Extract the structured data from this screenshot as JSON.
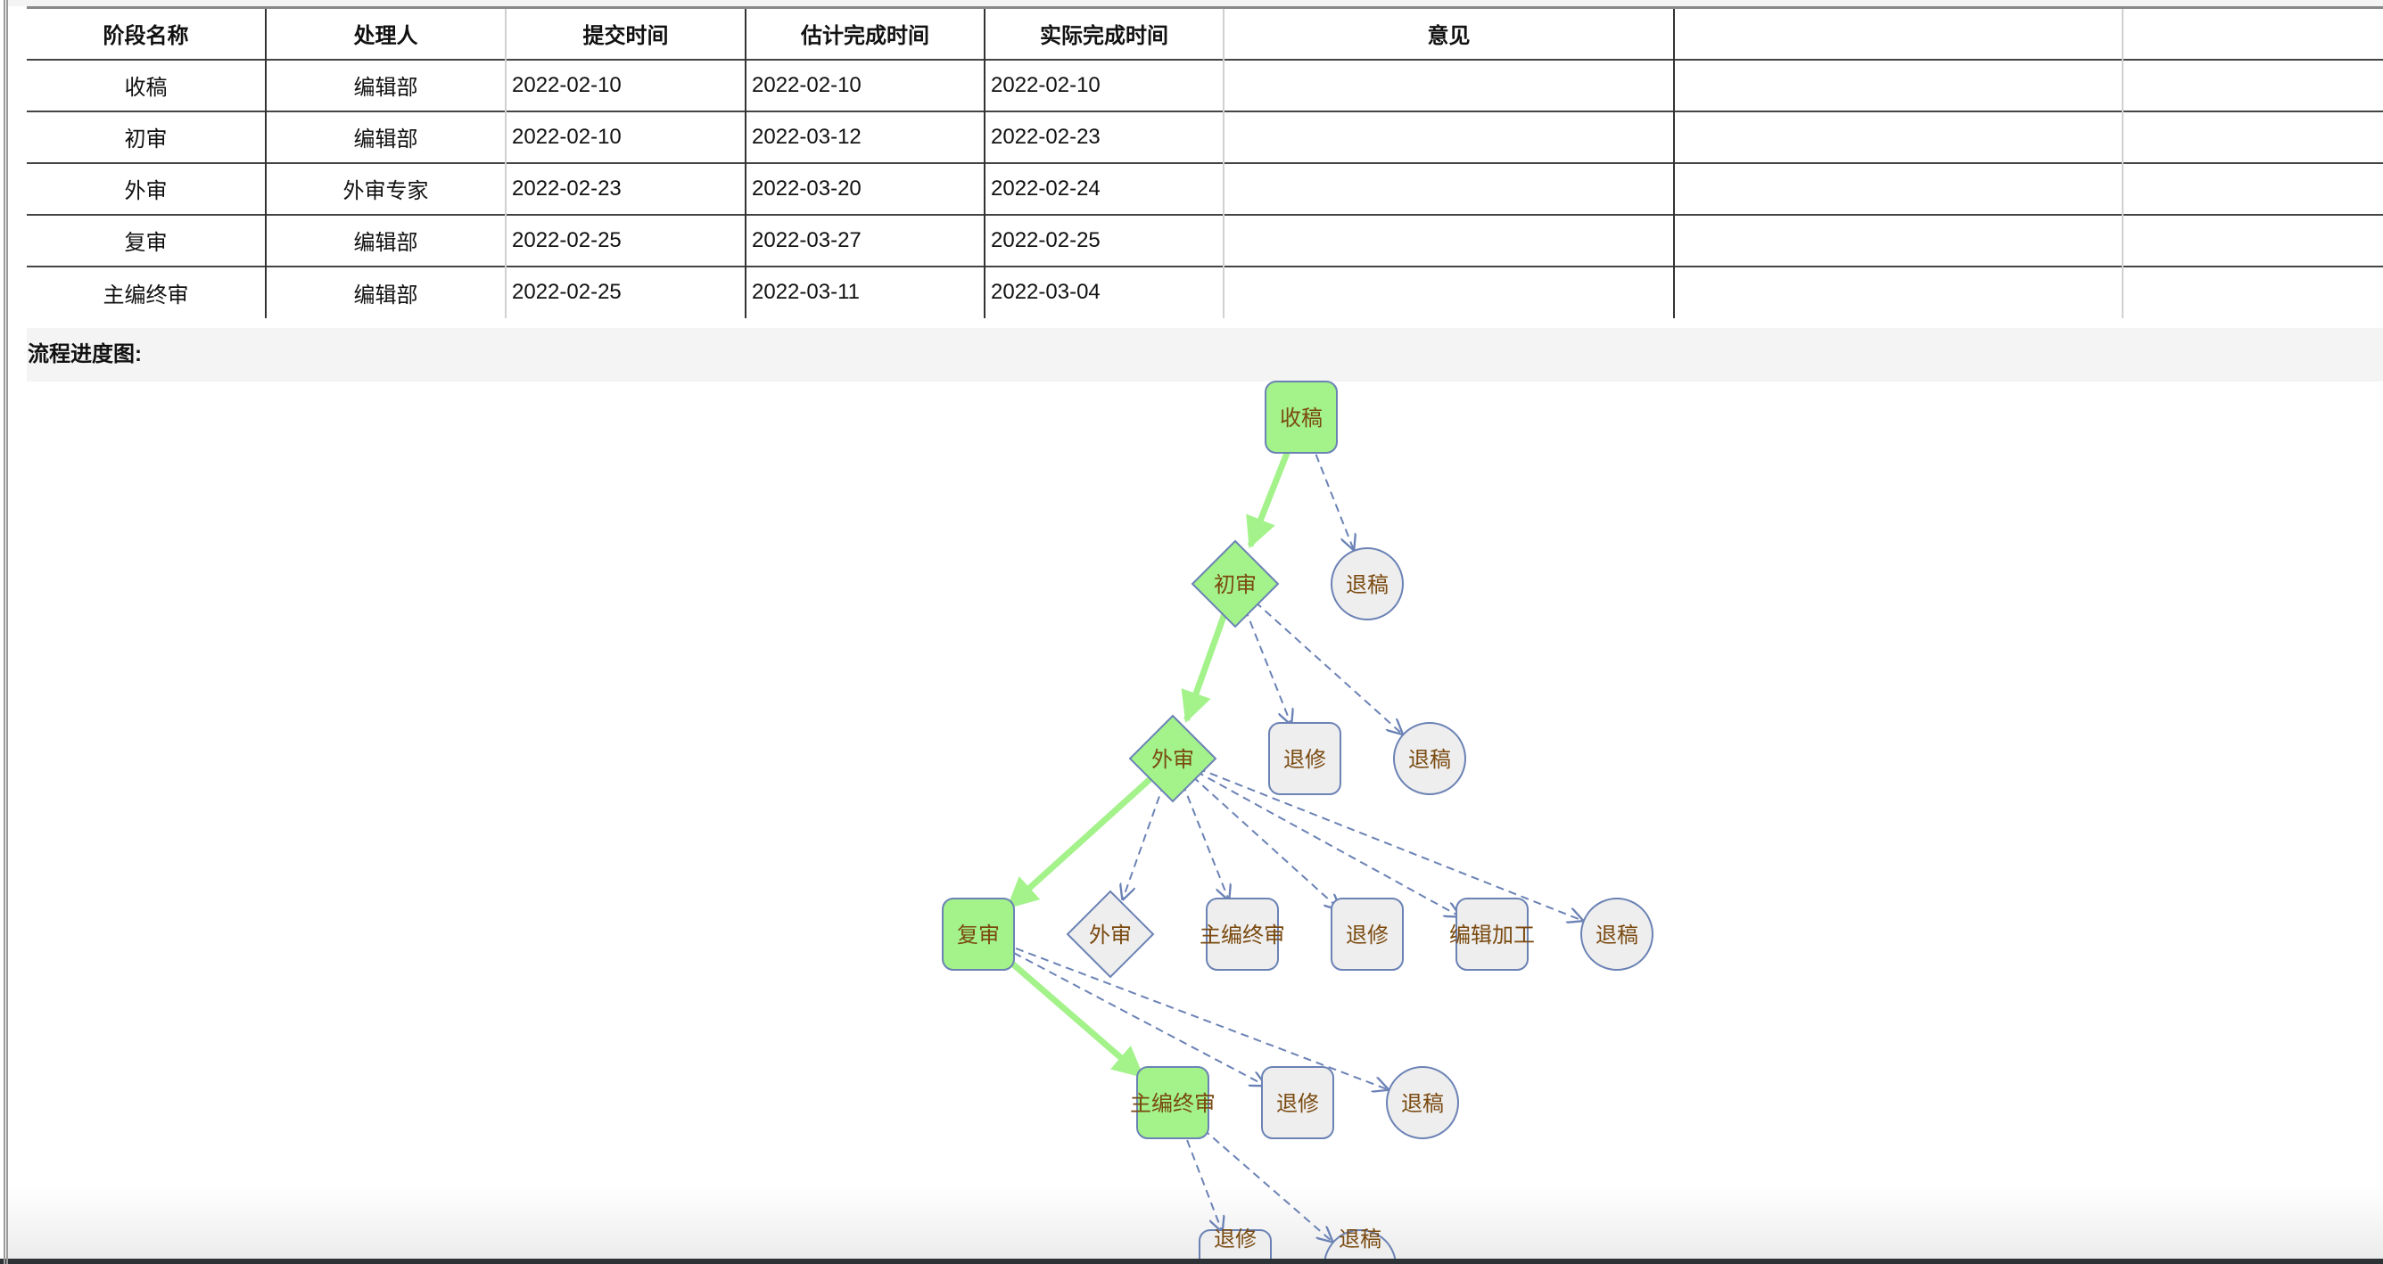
{
  "table": {
    "headers": [
      "阶段名称",
      "处理人",
      "提交时间",
      "估计完成时间",
      "实际完成时间",
      "意见",
      "",
      ""
    ],
    "rows": [
      {
        "stage": "收稿",
        "handler": "编辑部",
        "submitted": "2022-02-10",
        "estimated": "2022-02-10",
        "actual": "2022-02-10",
        "comment": ""
      },
      {
        "stage": "初审",
        "handler": "编辑部",
        "submitted": "2022-02-10",
        "estimated": "2022-03-12",
        "actual": "2022-02-23",
        "comment": ""
      },
      {
        "stage": "外审",
        "handler": "外审专家",
        "submitted": "2022-02-23",
        "estimated": "2022-03-20",
        "actual": "2022-02-24",
        "comment": ""
      },
      {
        "stage": "复审",
        "handler": "编辑部",
        "submitted": "2022-02-25",
        "estimated": "2022-03-27",
        "actual": "2022-02-25",
        "comment": ""
      },
      {
        "stage": "主编终审",
        "handler": "编辑部",
        "submitted": "2022-02-25",
        "estimated": "2022-03-11",
        "actual": "2022-03-04",
        "comment": ""
      }
    ]
  },
  "section": {
    "title": "流程进度图:"
  },
  "flow": {
    "colors": {
      "done_fill": "#a3f28a",
      "pending_fill": "#eeeeee",
      "node_stroke": "#6b82b5",
      "label": "#7a4a10",
      "done_edge": "#a3f28a",
      "option_edge": "#6b82b5"
    },
    "nodes": [
      {
        "id": "n1",
        "label": "收稿",
        "shape": "rect",
        "done": true
      },
      {
        "id": "n2",
        "label": "初审",
        "shape": "diamond",
        "done": true
      },
      {
        "id": "n3",
        "label": "退稿",
        "shape": "circle",
        "done": false
      },
      {
        "id": "n4",
        "label": "外审",
        "shape": "diamond",
        "done": true
      },
      {
        "id": "n5",
        "label": "退修",
        "shape": "rect",
        "done": false
      },
      {
        "id": "n6",
        "label": "退稿",
        "shape": "circle",
        "done": false
      },
      {
        "id": "n7",
        "label": "复审",
        "shape": "rect",
        "done": true
      },
      {
        "id": "n8",
        "label": "外审",
        "shape": "diamond",
        "done": false
      },
      {
        "id": "n9",
        "label": "主编终审",
        "shape": "rect",
        "done": false
      },
      {
        "id": "n10",
        "label": "退修",
        "shape": "rect",
        "done": false
      },
      {
        "id": "n11",
        "label": "编辑加工",
        "shape": "rect",
        "done": false
      },
      {
        "id": "n12",
        "label": "退稿",
        "shape": "circle",
        "done": false
      },
      {
        "id": "n13",
        "label": "主编终审",
        "shape": "rect",
        "done": true
      },
      {
        "id": "n14",
        "label": "退修",
        "shape": "rect",
        "done": false
      },
      {
        "id": "n15",
        "label": "退稿",
        "shape": "circle",
        "done": false
      },
      {
        "id": "n16",
        "label": "退修",
        "shape": "rect",
        "done": false
      },
      {
        "id": "n17",
        "label": "退稿",
        "shape": "circle",
        "done": false
      }
    ],
    "edges": [
      {
        "from": "n1",
        "to": "n2",
        "done": true
      },
      {
        "from": "n1",
        "to": "n3",
        "done": false
      },
      {
        "from": "n2",
        "to": "n4",
        "done": true
      },
      {
        "from": "n2",
        "to": "n5",
        "done": false
      },
      {
        "from": "n2",
        "to": "n6",
        "done": false
      },
      {
        "from": "n4",
        "to": "n7",
        "done": true
      },
      {
        "from": "n4",
        "to": "n8",
        "done": false
      },
      {
        "from": "n4",
        "to": "n9",
        "done": false
      },
      {
        "from": "n4",
        "to": "n10",
        "done": false
      },
      {
        "from": "n4",
        "to": "n11",
        "done": false
      },
      {
        "from": "n4",
        "to": "n12",
        "done": false
      },
      {
        "from": "n7",
        "to": "n13",
        "done": true
      },
      {
        "from": "n7",
        "to": "n14",
        "done": false
      },
      {
        "from": "n7",
        "to": "n15",
        "done": false
      },
      {
        "from": "n13",
        "to": "n16",
        "done": false
      },
      {
        "from": "n13",
        "to": "n17",
        "done": false
      }
    ]
  }
}
